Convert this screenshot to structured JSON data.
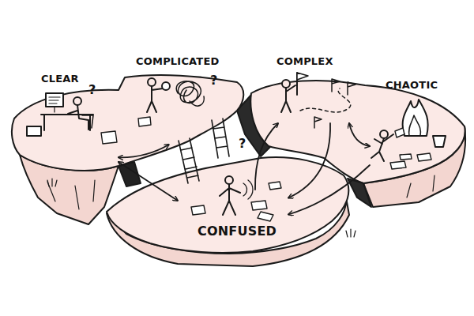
{
  "diagram": {
    "nodes": [
      {
        "text": [
          "CLEAR"
        ]
      },
      {
        "text": [
          "COMPLICATED"
        ]
      },
      {
        "text": [
          "COMPLEX"
        ]
      },
      {
        "text": [
          "CHAOTIC"
        ]
      },
      {
        "text": [
          "CONFUSED"
        ]
      }
    ],
    "edges": [
      {
        "from": 0,
        "to": 1,
        "arrow": "both"
      },
      {
        "from": 0,
        "to": 4,
        "arrow": "both"
      },
      {
        "from": 4,
        "to": 2,
        "arrow": "to"
      },
      {
        "from": 2,
        "to": 4,
        "arrow": "to"
      },
      {
        "from": 2,
        "to": 3,
        "arrow": "both"
      },
      {
        "from": 3,
        "to": 4,
        "arrow": "to"
      }
    ],
    "labels": [
      "?",
      "?",
      "?"
    ]
  }
}
